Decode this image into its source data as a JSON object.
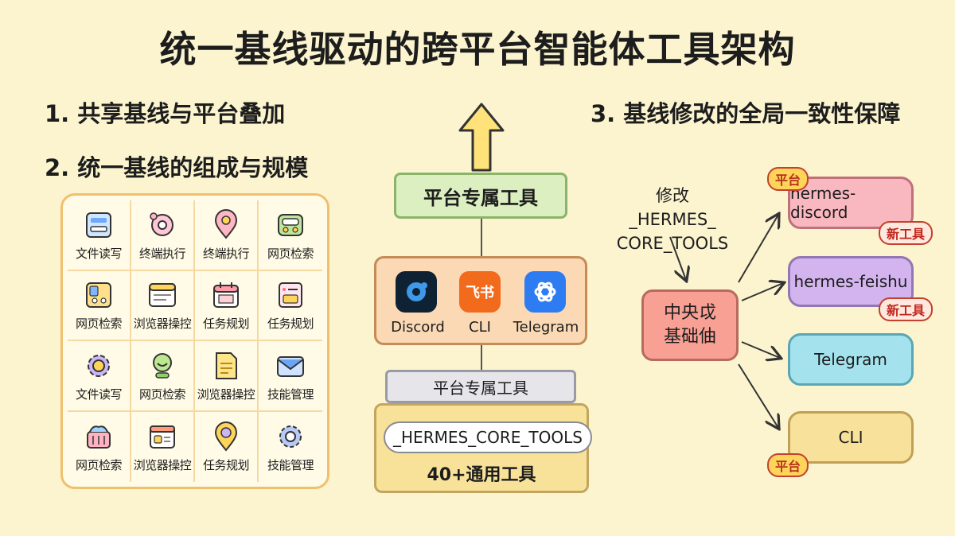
{
  "title": "统一基线驱动的跨平台智能体工具架构",
  "headings": {
    "h1": "1. 共享基线与平台叠加",
    "h2": "2. 统一基线的组成与规模",
    "h3": "3. 基线修改的全局一致性保障"
  },
  "tool_grid": [
    {
      "label": "文件读写",
      "icon": "document-icon"
    },
    {
      "label": "终端执行",
      "icon": "terminal-gear-icon"
    },
    {
      "label": "终端执行",
      "icon": "location-pin-icon"
    },
    {
      "label": "网页检索",
      "icon": "search-box-icon"
    },
    {
      "label": "网页检索",
      "icon": "layout-icon"
    },
    {
      "label": "浏览器操控",
      "icon": "browser-window-icon"
    },
    {
      "label": "任务规划",
      "icon": "calendar-icon"
    },
    {
      "label": "任务规划",
      "icon": "checklist-icon"
    },
    {
      "label": "文件读写",
      "icon": "gear-icon"
    },
    {
      "label": "网页检索",
      "icon": "robot-icon"
    },
    {
      "label": "浏览器操控",
      "icon": "notepad-icon"
    },
    {
      "label": "技能管理",
      "icon": "mail-icon"
    },
    {
      "label": "网页检索",
      "icon": "basket-icon"
    },
    {
      "label": "浏览器操控",
      "icon": "browser-card-icon"
    },
    {
      "label": "任务规划",
      "icon": "pin-icon"
    },
    {
      "label": "技能管理",
      "icon": "cog-icon"
    }
  ],
  "stack": {
    "top_box": "平台专属工具",
    "platforms": [
      {
        "label": "Discord",
        "icon": "discord-icon",
        "color": "#0f2233"
      },
      {
        "label": "CLI",
        "icon": "feishu-icon",
        "icon_text": "飞书",
        "color": "#f26b1d"
      },
      {
        "label": "Telegram",
        "icon": "openai-icon",
        "color": "#2d7cf2"
      }
    ],
    "mid_box": "平台专属工具",
    "core_pill": "_HERMES_CORE_TOOLS",
    "base_label": "40+通用工具"
  },
  "right": {
    "modify_label_line1": "修改_HERMES_",
    "modify_label_line2": "CORE_TOOLS",
    "center_line1": "中央戉",
    "center_line2": "基础伷",
    "targets": [
      {
        "label": "hermes-discord",
        "tag_top": "平台",
        "tag_bottom": "新工具",
        "color": "#f9b7c0"
      },
      {
        "label": "hermes-feishu",
        "tag_bottom": "新工具",
        "color": "#d3b4ef"
      },
      {
        "label": "Telegram",
        "color": "#a4e3ee"
      },
      {
        "label": "CLI",
        "tag_bottom_left": "平台",
        "color": "#f8e19a"
      }
    ]
  }
}
